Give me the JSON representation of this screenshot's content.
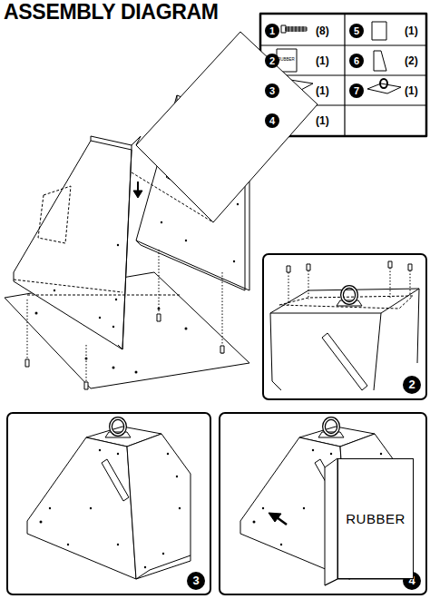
{
  "diagram": {
    "title": "ASSEMBLY DIAGRAM",
    "nodes": [
      {
        "text": [
          "RUBBER"
        ]
      }
    ],
    "labels": [
      "1",
      "(8)",
      "5",
      "(1)",
      "2",
      "(1)",
      "6",
      "(2)",
      "3",
      "(1)",
      "7",
      "(1)",
      "4",
      "(1)",
      "RUBBER",
      "2",
      "3",
      "4"
    ]
  }
}
